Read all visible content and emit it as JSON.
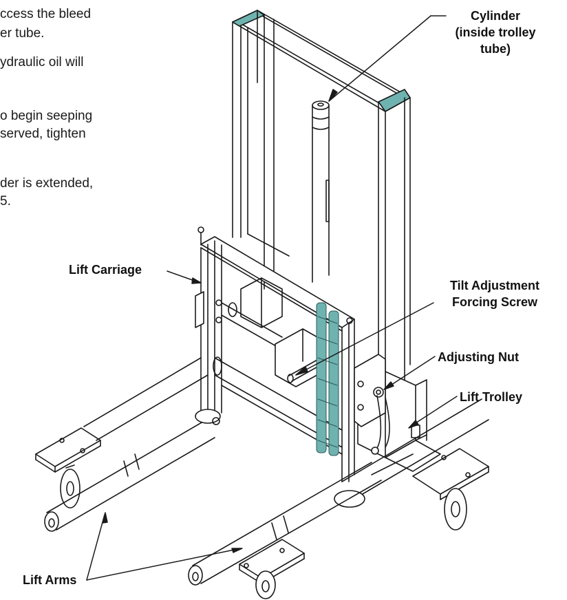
{
  "body_text": {
    "line1": "ccess the bleed",
    "line2": "er tube.",
    "line3": "ydraulic oil will",
    "line4": "o begin seeping",
    "line5": "served, tighten",
    "line6": "der is extended,",
    "line7": "5."
  },
  "labels": {
    "cylinder_line1": "Cylinder",
    "cylinder_line2": "(inside trolley",
    "cylinder_line3": "tube)",
    "lift_carriage": "Lift Carriage",
    "tilt_line1": "Tilt Adjustment",
    "tilt_line2": "Forcing Screw",
    "adjusting_nut": "Adjusting Nut",
    "lift_trolley": "Lift Trolley",
    "lift_arms": "Lift Arms"
  },
  "colors": {
    "line": "#1a1a1a",
    "teal_accent": "#6fb3b0"
  }
}
